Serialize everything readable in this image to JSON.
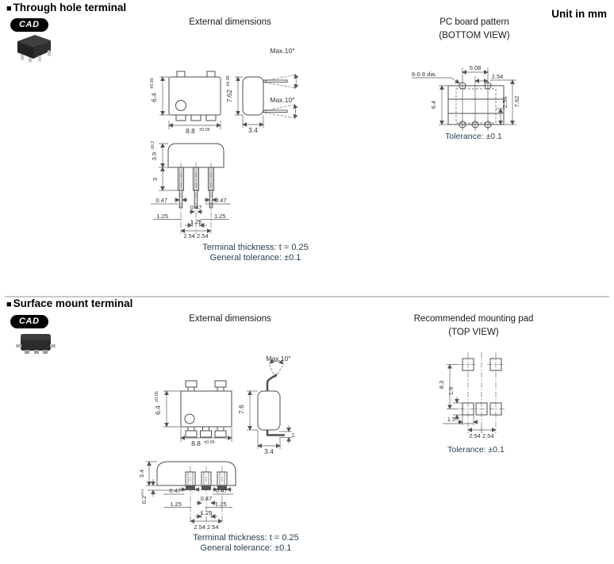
{
  "unit_note": "Unit in mm",
  "through_hole": {
    "bullet": "■",
    "title": "Through hole terminal",
    "cad_badge": "CAD",
    "external_title": "External dimensions",
    "pcb_title": "PC board pattern",
    "pcb_subtitle": "(BOTTOM VIEW)",
    "dims": {
      "body_width": "8.8",
      "body_width_tol": "±0.05",
      "body_height": "6.4",
      "body_height_tol": "±0.05",
      "side_height": "7.62",
      "side_height_tol": "±0.05",
      "side_depth": "3.4",
      "max_bend": "Max.10°",
      "seat_height": "3.9",
      "seat_height_tol": "±0.2",
      "lead_length": "3",
      "lead_width": "0.47",
      "lead_offset": "1.25",
      "lead_center_offset": "1.25",
      "lead_pitch": "2.54 2.54"
    },
    "pcb": {
      "holes": "6-0.8 dia.",
      "span": "5.08",
      "pitch": "2.54",
      "row_height": "6.4",
      "row_offset": "2.54",
      "overall": "7.62",
      "tolerance": "Tolerance: ±0.1"
    },
    "notes": {
      "thickness": "Terminal thickness: t = 0.25",
      "tolerance": "General tolerance: ±0.1"
    }
  },
  "surface_mount": {
    "bullet": "■",
    "title": "Surface mount terminal",
    "cad_badge": "CAD",
    "external_title": "External dimensions",
    "pad_title": "Recommended mounting pad",
    "pad_subtitle": "(TOP VIEW)",
    "dims": {
      "body_width": "8.8",
      "body_width_tol": "±0.05",
      "body_height": "6.4",
      "body_height_tol": "±0.05",
      "side_height": "7.6",
      "side_depth": "3.4",
      "standoff": "1",
      "max_bend": "Max.10°",
      "seat_height": "3.4",
      "foot_height": "0.2",
      "foot_height_tol": "+0.2",
      "lead_width": "0.47",
      "lead_offset": "1.25",
      "lead_center_offset": "1.25",
      "lead_pitch": "2.54 2.54"
    },
    "pad": {
      "span": "8.3",
      "pad_height": "1.9",
      "pad_width": "1.5",
      "pitch": "2.54 2.54",
      "tolerance": "Tolerance: ±0.1"
    },
    "notes": {
      "thickness": "Terminal thickness: t = 0.25",
      "tolerance": "General tolerance: ±0.1"
    }
  }
}
